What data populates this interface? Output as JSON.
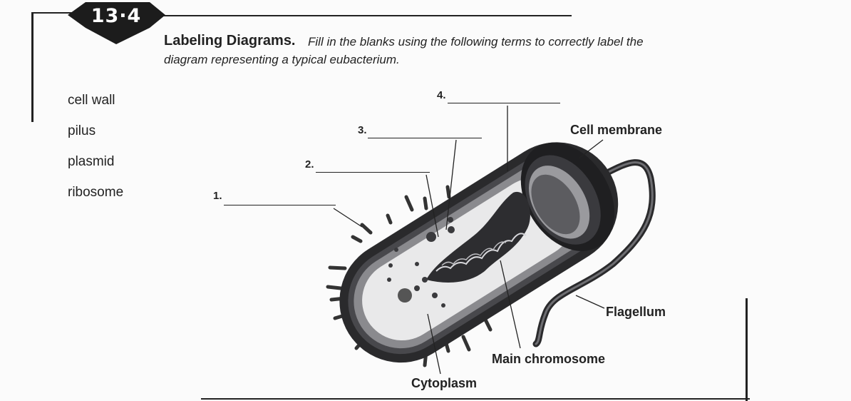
{
  "section_number": "13·4",
  "heading": {
    "title": "Labeling Diagrams.",
    "instructions_line1": "Fill in the blanks using the following terms to correctly label the",
    "instructions_line2": "diagram representing a typical eubacterium."
  },
  "terms": [
    "cell wall",
    "pilus",
    "plasmid",
    "ribosome"
  ],
  "blanks": [
    {
      "number": "1.",
      "answer": ""
    },
    {
      "number": "2.",
      "answer": ""
    },
    {
      "number": "3.",
      "answer": ""
    },
    {
      "number": "4.",
      "answer": ""
    }
  ],
  "labels": {
    "cell_membrane": "Cell membrane",
    "flagellum": "Flagellum",
    "main_chromosome": "Main chromosome",
    "cytoplasm": "Cytoplasm"
  },
  "colors": {
    "badge": "#1c1c1c",
    "cell_wall_dark": "#2a2a2c",
    "membrane_gray": "#8a8a8e",
    "cytoplasm": "#e9e9ea"
  }
}
